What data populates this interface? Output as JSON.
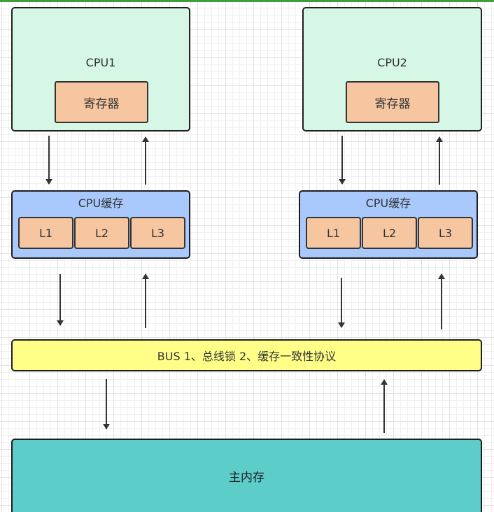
{
  "cpus": [
    {
      "label": "CPU1",
      "register": "寄存器"
    },
    {
      "label": "CPU2",
      "register": "寄存器"
    }
  ],
  "caches": [
    {
      "label": "CPU缓存",
      "levels": [
        "L1",
        "L2",
        "L3"
      ]
    },
    {
      "label": "CPU缓存",
      "levels": [
        "L1",
        "L2",
        "L3"
      ]
    }
  ],
  "bus": {
    "label": "BUS 1、总线锁 2、缓存一致性协议"
  },
  "memory": {
    "label": "主内存"
  },
  "colors": {
    "cpu_fill": "#d6f7e6",
    "register_fill": "#f5c6a0",
    "cache_fill": "#a9c8fb",
    "bus_fill": "#ffff88",
    "memory_fill": "#5ccdc8"
  }
}
